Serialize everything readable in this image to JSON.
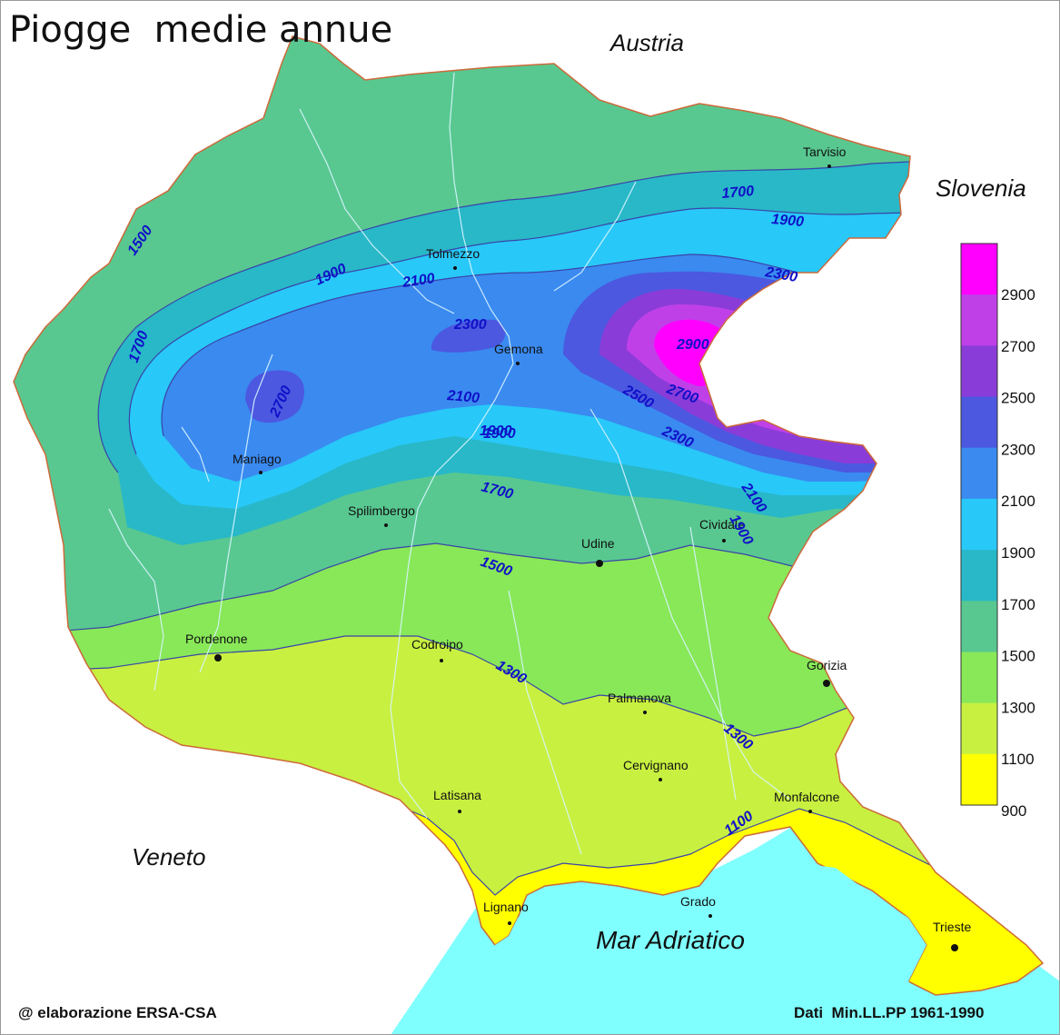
{
  "title": "Piogge  medie annue",
  "countries": {
    "austria": "Austria",
    "slovenia": "Slovenia",
    "veneto": "Veneto"
  },
  "sea": "Mar Adriatico",
  "cities": [
    {
      "name": "Tarvisio"
    },
    {
      "name": "Tolmezzo"
    },
    {
      "name": "Gemona"
    },
    {
      "name": "Maniago"
    },
    {
      "name": "Spilimbergo"
    },
    {
      "name": "Udine"
    },
    {
      "name": "Cividale"
    },
    {
      "name": "Pordenone"
    },
    {
      "name": "Codroipo"
    },
    {
      "name": "Palmanova"
    },
    {
      "name": "Gorizia"
    },
    {
      "name": "Cervignano"
    },
    {
      "name": "Latisana"
    },
    {
      "name": "Monfalcone"
    },
    {
      "name": "Lignano"
    },
    {
      "name": "Grado"
    },
    {
      "name": "Trieste"
    }
  ],
  "isolines": [
    "1500",
    "1700",
    "1900",
    "1700",
    "1900",
    "2300",
    "1900",
    "2100",
    "2300",
    "2700",
    "2900",
    "2100",
    "2500",
    "2700",
    "2300",
    "1900",
    "1700",
    "2100",
    "1900",
    "1500",
    "1300",
    "1300",
    "1100"
  ],
  "legend": {
    "values": [
      "2900",
      "2700",
      "2500",
      "2300",
      "2100",
      "1900",
      "1700",
      "1500",
      "1300",
      "1100",
      "900"
    ],
    "colors": [
      "#ff00ff",
      "#c040e8",
      "#8a3cd8",
      "#4c58e0",
      "#3a8af0",
      "#28c8f8",
      "#28b8c8",
      "#58c890",
      "#88e858",
      "#c8f040",
      "#ffff00"
    ]
  },
  "colors": {
    "sea": "#80ffff",
    "land_outside": "#ffffff",
    "band_900": "#ffff00",
    "band_1100": "#c8f040",
    "band_1300": "#88e858",
    "band_1500": "#58c890",
    "band_1700": "#28b8c8",
    "band_1900": "#28c8f8",
    "band_2100": "#3a8af0",
    "band_2300": "#4c58e0",
    "band_2500": "#8a3cd8",
    "band_2700": "#c040e8",
    "band_2900": "#ff00ff",
    "isoline_label": "#1010c8"
  },
  "footer": {
    "credit": "@ elaborazione ERSA-CSA",
    "source": "Dati  Min.LL.PP 1961-1990"
  }
}
